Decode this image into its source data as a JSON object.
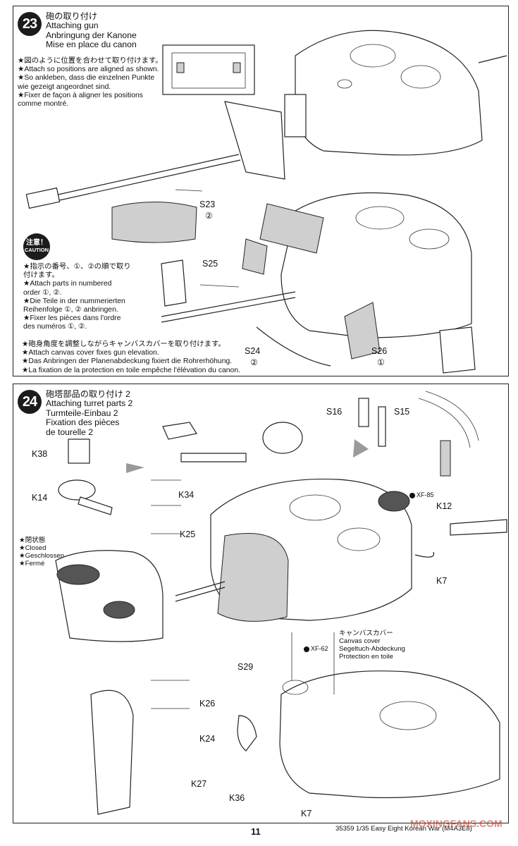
{
  "step23": {
    "number": "23",
    "title_jp": "砲の取り付け",
    "title_en": "Attaching gun",
    "title_de": "Anbringung der Kanone",
    "title_fr": "Mise en place du canon",
    "align_note": [
      "★図のように位置を合わせて取り付けます。",
      "★Attach so positions are aligned as shown.",
      "★So ankleben, dass die einzelnen Punkte",
      "wie gezeigt angeordnet sind.",
      "★Fixer de façon à aligner les positions",
      "comme montré."
    ],
    "caution": {
      "jp": "注意！",
      "en": "CAUTION"
    },
    "order_note": [
      "★指示の番号、①、②の順で取り",
      "付けます。",
      "★Attach parts in numbered",
      "order ①, ②.",
      "★Die Teile in der nummerierten",
      "Reihenfolge ①, ② anbringen.",
      "★Fixer les pièces dans l'ordre",
      "des numéros ①, ②."
    ],
    "canvas_note": [
      "★砲身角度を調整しながらキャンバスカバーを取り付けます。",
      "★Attach canvas cover fixes gun elevation.",
      "★Das Anbringen der Planenabdeckung fixiert die Rohrerhöhung.",
      "★La fixation de la protection en toile empêche l'élévation du canon."
    ],
    "parts": [
      {
        "label": "S23",
        "order": "②"
      },
      {
        "label": "S25",
        "order": ""
      },
      {
        "label": "S24",
        "order": "②"
      },
      {
        "label": "S26",
        "order": "①"
      }
    ]
  },
  "step24": {
    "number": "24",
    "title_jp": "砲塔部品の取り付け 2",
    "title_en": "Attaching turret parts 2",
    "title_de": "Turmteile-Einbau 2",
    "title_fr": "Fixation des pièces",
    "title_fr2": "de tourelle 2",
    "closed_legend": [
      "★閉状態",
      "★Closed",
      "★Geschlossen",
      "★Fermé"
    ],
    "paint_xf85": "XF-85",
    "paint_xf62": "XF-62",
    "canvas_cover": [
      "キャンバスカバー",
      "Canvas cover",
      "Segeltuch-Abdeckung",
      "Protection en toile"
    ],
    "parts": {
      "s16": "S16",
      "s15": "S15",
      "k38": "K38",
      "k14": "K14",
      "k34": "K34",
      "k25": "K25",
      "k12": "K12",
      "k7a": "K7",
      "s29": "S29",
      "k26": "K26",
      "k24": "K24",
      "k27": "K27",
      "k36": "K36",
      "k7b": "K7"
    }
  },
  "footer": {
    "page_number": "11",
    "code": "35359 1/35 Easy Eight Korean War (M4A3E8)",
    "watermark": "MOXINGFANS.COM"
  }
}
